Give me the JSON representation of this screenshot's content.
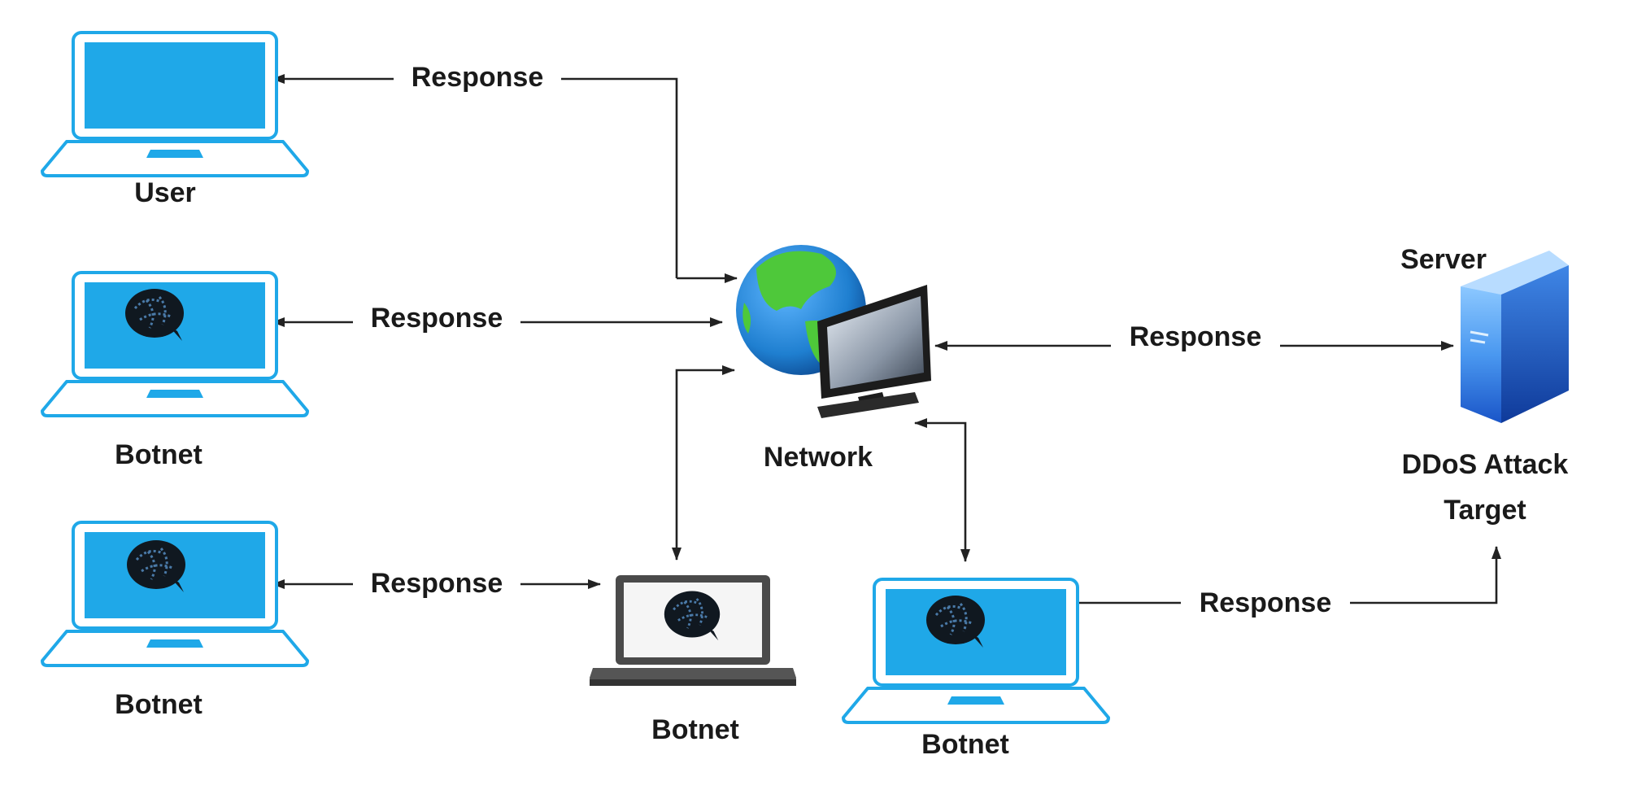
{
  "nodes": {
    "user": {
      "label": "User"
    },
    "botnet_left_1": {
      "label": "Botnet"
    },
    "botnet_left_2": {
      "label": "Botnet"
    },
    "botnet_center": {
      "label": "Botnet"
    },
    "botnet_right": {
      "label": "Botnet"
    },
    "network": {
      "label": "Network"
    },
    "server": {
      "label": "Server",
      "caption_line1": "DDoS Attack",
      "caption_line2": "Target"
    }
  },
  "edges": {
    "user_network": {
      "label": "Response"
    },
    "botnet1_network": {
      "label": "Response"
    },
    "network_server": {
      "label": "Response"
    },
    "botnet2_botnet_center": {
      "label": "Response"
    },
    "botnet_right_server": {
      "label": "Response"
    }
  },
  "colors": {
    "screen": "#1fa8e8",
    "frame": "#1fa8e8",
    "base_fill": "#ffffff",
    "dark_laptop": "#4a4a4a",
    "globe_ocean": "#1f7fd0",
    "globe_land": "#4ec83a",
    "server_light": "#8cc8ff",
    "server_dark": "#1a55c8",
    "line": "#222222",
    "text": "#1a1a1a"
  },
  "icons": [
    "laptop-icon",
    "botnet-virus-icon",
    "globe-icon",
    "monitor-icon",
    "server-tower-icon"
  ]
}
